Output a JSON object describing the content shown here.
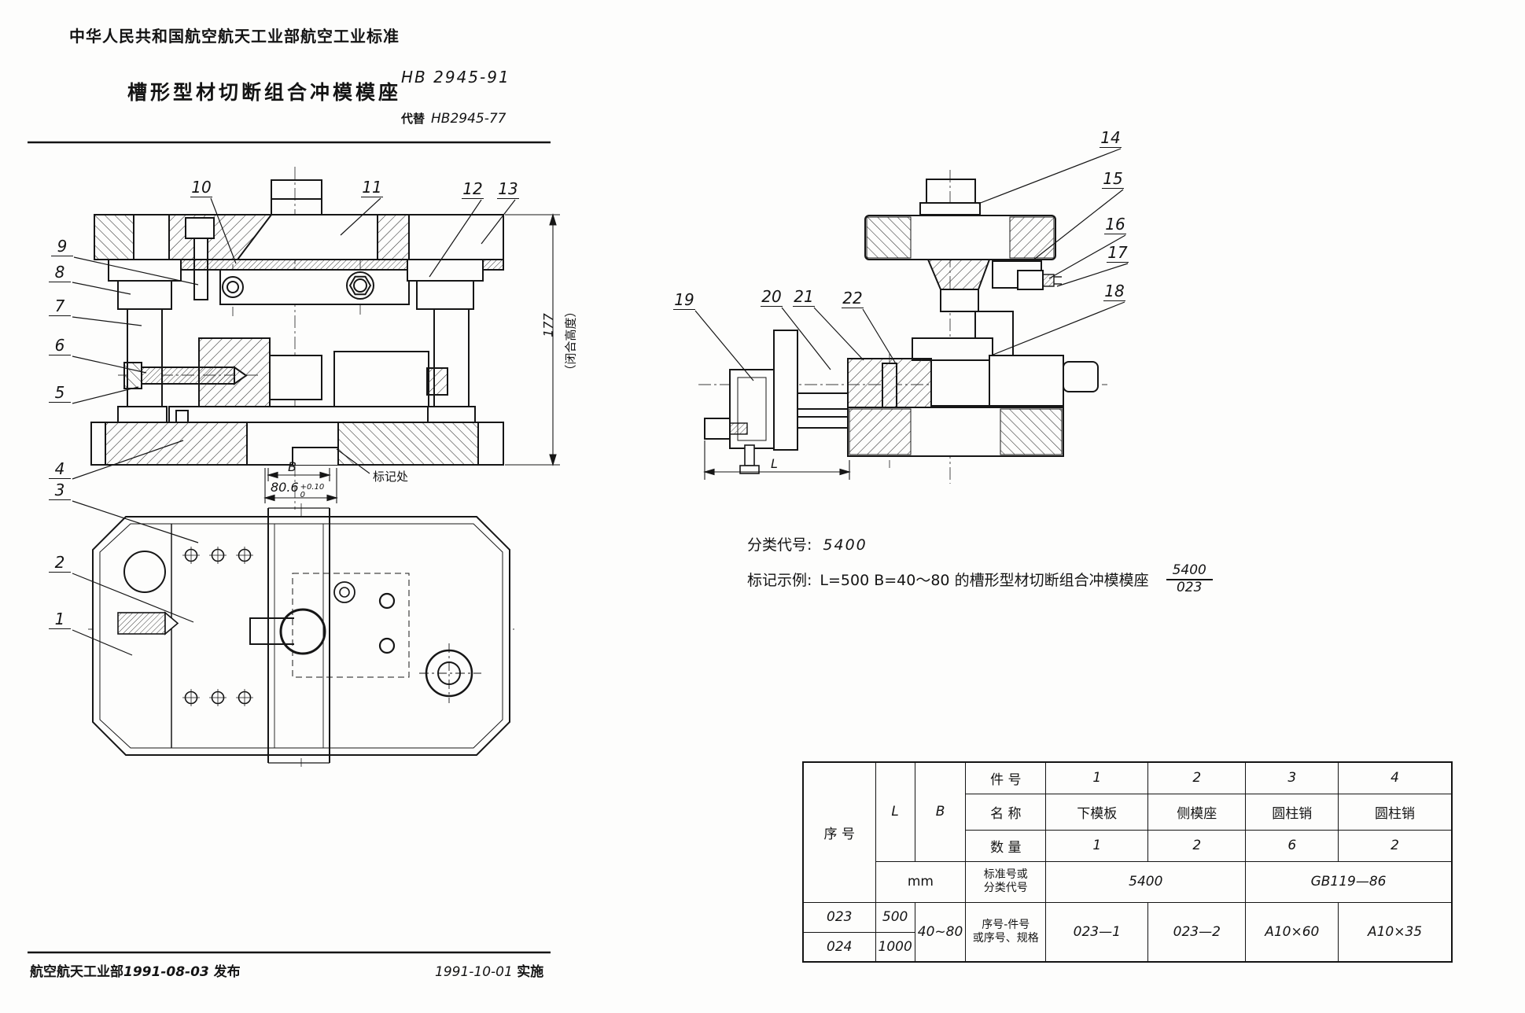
{
  "header": {
    "org_line": "中华人民共和国航空航天工业部航空工业标准",
    "title": "槽形型材切断组合冲模模座",
    "standard_no": "HB 2945-91",
    "replaces_label": "代替",
    "replaces_no": "HB2945-77"
  },
  "left_view": {
    "callouts": [
      "1",
      "2",
      "3",
      "4",
      "5",
      "6",
      "7",
      "8",
      "9",
      "10",
      "11",
      "12",
      "13"
    ],
    "dims": {
      "closed_height": "177",
      "closed_height_note": "（闭合高度）",
      "width_b": "B",
      "groove": "80.6",
      "groove_tol_upper": "+0.10",
      "groove_tol_lower": "0",
      "mark_spot": "标记处"
    }
  },
  "right_view": {
    "callouts": [
      "14",
      "15",
      "16",
      "17",
      "18",
      "19",
      "20",
      "21",
      "22"
    ],
    "dims": {
      "length_l": "L"
    }
  },
  "classification": {
    "label": "分类代号:",
    "value": "5400"
  },
  "marking_example": {
    "label": "标记示例:",
    "text": "L=500  B=40～80 的槽形型材切断组合冲模模座",
    "code_numerator": "5400",
    "code_denominator": "023"
  },
  "parts_table": {
    "seq_header": "序  号",
    "l_header": "L",
    "b_header": "B",
    "unit": "mm",
    "item_no_label": "件  号",
    "item_nos": [
      "1",
      "2",
      "3",
      "4"
    ],
    "name_label": "名  称",
    "names": [
      "下模板",
      "侧模座",
      "圆柱销",
      "圆柱销"
    ],
    "qty_label": "数  量",
    "qtys": [
      "1",
      "2",
      "6",
      "2"
    ],
    "std_label_line1": "标准号或",
    "std_label_line2": "分类代号",
    "std_left": "5400",
    "std_right": "GB119—86",
    "spec_label_line1": "序号-件号",
    "spec_label_line2": "或序号、规格",
    "rows": [
      {
        "seq": "023",
        "l": "500"
      },
      {
        "seq": "024",
        "l": "1000"
      }
    ],
    "b_range": "40~80",
    "specs": [
      "023—1",
      "023—2",
      "A10×60",
      "A10×35"
    ]
  },
  "footer": {
    "issued_org": "航空航天工业部",
    "issued_date": "1991-08-03",
    "issued_word": "发布",
    "effective_date": "1991-10-01",
    "effective_word": "实施"
  }
}
